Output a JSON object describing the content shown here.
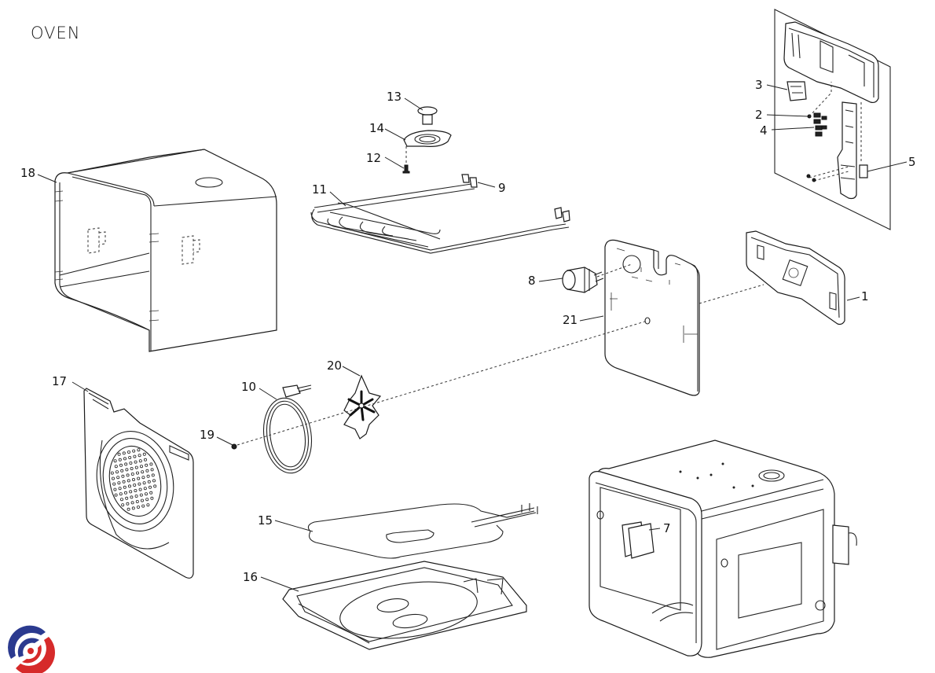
{
  "title": "OVEN",
  "logo": {
    "name": "brand-logo",
    "colors": {
      "primary": "#2b3a8f",
      "secondary": "#d62a2a"
    }
  },
  "parts": [
    {
      "id": "1",
      "label": "1"
    },
    {
      "id": "2",
      "label": "2"
    },
    {
      "id": "3",
      "label": "3"
    },
    {
      "id": "4",
      "label": "4"
    },
    {
      "id": "5",
      "label": "5"
    },
    {
      "id": "7",
      "label": "7"
    },
    {
      "id": "8",
      "label": "8"
    },
    {
      "id": "9",
      "label": "9"
    },
    {
      "id": "10",
      "label": "10"
    },
    {
      "id": "11",
      "label": "11"
    },
    {
      "id": "12",
      "label": "12"
    },
    {
      "id": "13",
      "label": "13"
    },
    {
      "id": "14",
      "label": "14"
    },
    {
      "id": "15",
      "label": "15"
    },
    {
      "id": "16",
      "label": "16"
    },
    {
      "id": "17",
      "label": "17"
    },
    {
      "id": "18",
      "label": "18"
    },
    {
      "id": "19",
      "label": "19"
    },
    {
      "id": "20",
      "label": "20"
    },
    {
      "id": "21",
      "label": "21"
    }
  ]
}
